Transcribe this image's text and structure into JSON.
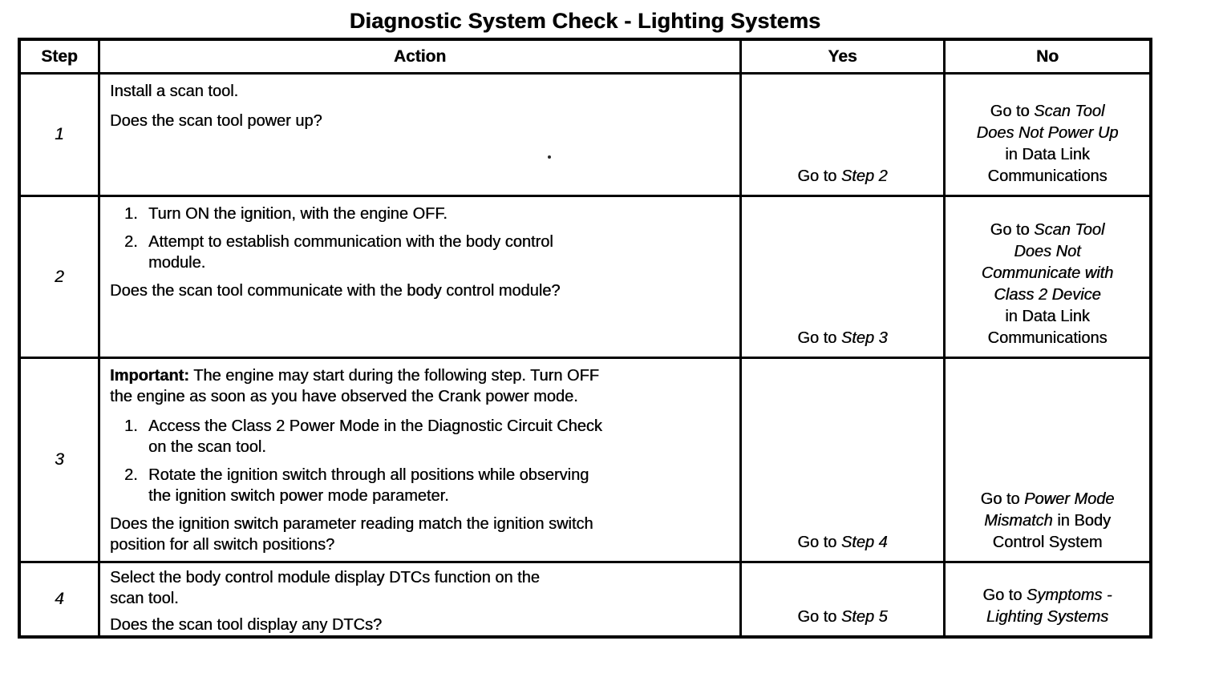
{
  "page_title": "Diagnostic System Check - Lighting Systems",
  "colors": {
    "ink": "#000000",
    "paper": "#ffffff"
  },
  "table": {
    "columns": {
      "step": "Step",
      "action": "Action",
      "yes": "Yes",
      "no": "No"
    },
    "rows": [
      {
        "step": "1",
        "action_blocks": [
          {
            "type": "p",
            "lines": [
              [
                {
                  "t": "Install a scan tool."
                }
              ]
            ]
          },
          {
            "type": "p",
            "lines": [
              [
                {
                  "t": "Does the scan tool power up?"
                }
              ]
            ]
          }
        ],
        "yes_lines": [
          [
            {
              "t": "Go to "
            },
            {
              "t": "Step 2",
              "i": true
            }
          ]
        ],
        "no_lines": [
          [
            {
              "t": "Go to "
            },
            {
              "t": "Scan Tool",
              "i": true
            }
          ],
          [
            {
              "t": "Does Not Power Up",
              "i": true
            }
          ],
          [
            {
              "t": "in Data Link"
            }
          ],
          [
            {
              "t": "Communications"
            }
          ]
        ]
      },
      {
        "step": "2",
        "action_blocks": [
          {
            "type": "li",
            "num": "1.",
            "lines": [
              [
                {
                  "t": "Turn ON the ignition, with the engine OFF."
                }
              ]
            ]
          },
          {
            "type": "li",
            "num": "2.",
            "lines": [
              [
                {
                  "t": "Attempt to establish communication with the body control"
                }
              ],
              [
                {
                  "t": "module."
                }
              ]
            ]
          },
          {
            "type": "p",
            "lines": [
              [
                {
                  "t": "Does the scan tool communicate with the body control module?"
                }
              ]
            ]
          }
        ],
        "yes_lines": [
          [
            {
              "t": "Go to "
            },
            {
              "t": "Step 3",
              "i": true
            }
          ]
        ],
        "no_lines": [
          [
            {
              "t": "Go to "
            },
            {
              "t": "Scan Tool",
              "i": true
            }
          ],
          [
            {
              "t": "Does Not",
              "i": true
            }
          ],
          [
            {
              "t": "Communicate with",
              "i": true
            }
          ],
          [
            {
              "t": "Class 2 Device",
              "i": true
            }
          ],
          [
            {
              "t": "in Data Link"
            }
          ],
          [
            {
              "t": "Communications"
            }
          ]
        ]
      },
      {
        "step": "3",
        "action_blocks": [
          {
            "type": "p",
            "lines": [
              [
                {
                  "t": "Important:",
                  "b": true
                },
                {
                  "t": " The engine may start during the following step. Turn OFF"
                }
              ],
              [
                {
                  "t": "the engine as soon as you have observed the Crank power mode."
                }
              ]
            ]
          },
          {
            "type": "li",
            "num": "1.",
            "lines": [
              [
                {
                  "t": "Access the Class 2 Power Mode in the Diagnostic Circuit Check"
                }
              ],
              [
                {
                  "t": "on the scan tool."
                }
              ]
            ]
          },
          {
            "type": "li",
            "num": "2.",
            "lines": [
              [
                {
                  "t": "Rotate the ignition switch through all positions while observing"
                }
              ],
              [
                {
                  "t": "the ignition switch power mode parameter."
                }
              ]
            ]
          },
          {
            "type": "p",
            "lines": [
              [
                {
                  "t": "Does the ignition switch parameter reading match the ignition switch"
                }
              ],
              [
                {
                  "t": "position for all switch positions?"
                }
              ]
            ]
          }
        ],
        "yes_lines": [
          [
            {
              "t": "Go to "
            },
            {
              "t": "Step 4",
              "i": true
            }
          ]
        ],
        "no_lines": [
          [
            {
              "t": "Go to "
            },
            {
              "t": "Power Mode",
              "i": true
            }
          ],
          [
            {
              "t": "Mismatch",
              "i": true
            },
            {
              "t": " in Body"
            }
          ],
          [
            {
              "t": "Control System"
            }
          ]
        ]
      },
      {
        "step": "4",
        "action_blocks": [
          {
            "type": "p",
            "lines": [
              [
                {
                  "t": "Select the body control module display DTCs function on the"
                }
              ],
              [
                {
                  "t": "scan tool."
                }
              ]
            ]
          },
          {
            "type": "p",
            "lines": [
              [
                {
                  "t": "Does the scan tool display any DTCs?"
                }
              ]
            ]
          }
        ],
        "yes_lines": [
          [
            {
              "t": "Go to "
            },
            {
              "t": "Step 5",
              "i": true
            }
          ]
        ],
        "no_lines": [
          [
            {
              "t": "Go to "
            },
            {
              "t": "Symptoms -",
              "i": true
            }
          ],
          [
            {
              "t": "Lighting Systems",
              "i": true
            }
          ]
        ]
      }
    ]
  }
}
